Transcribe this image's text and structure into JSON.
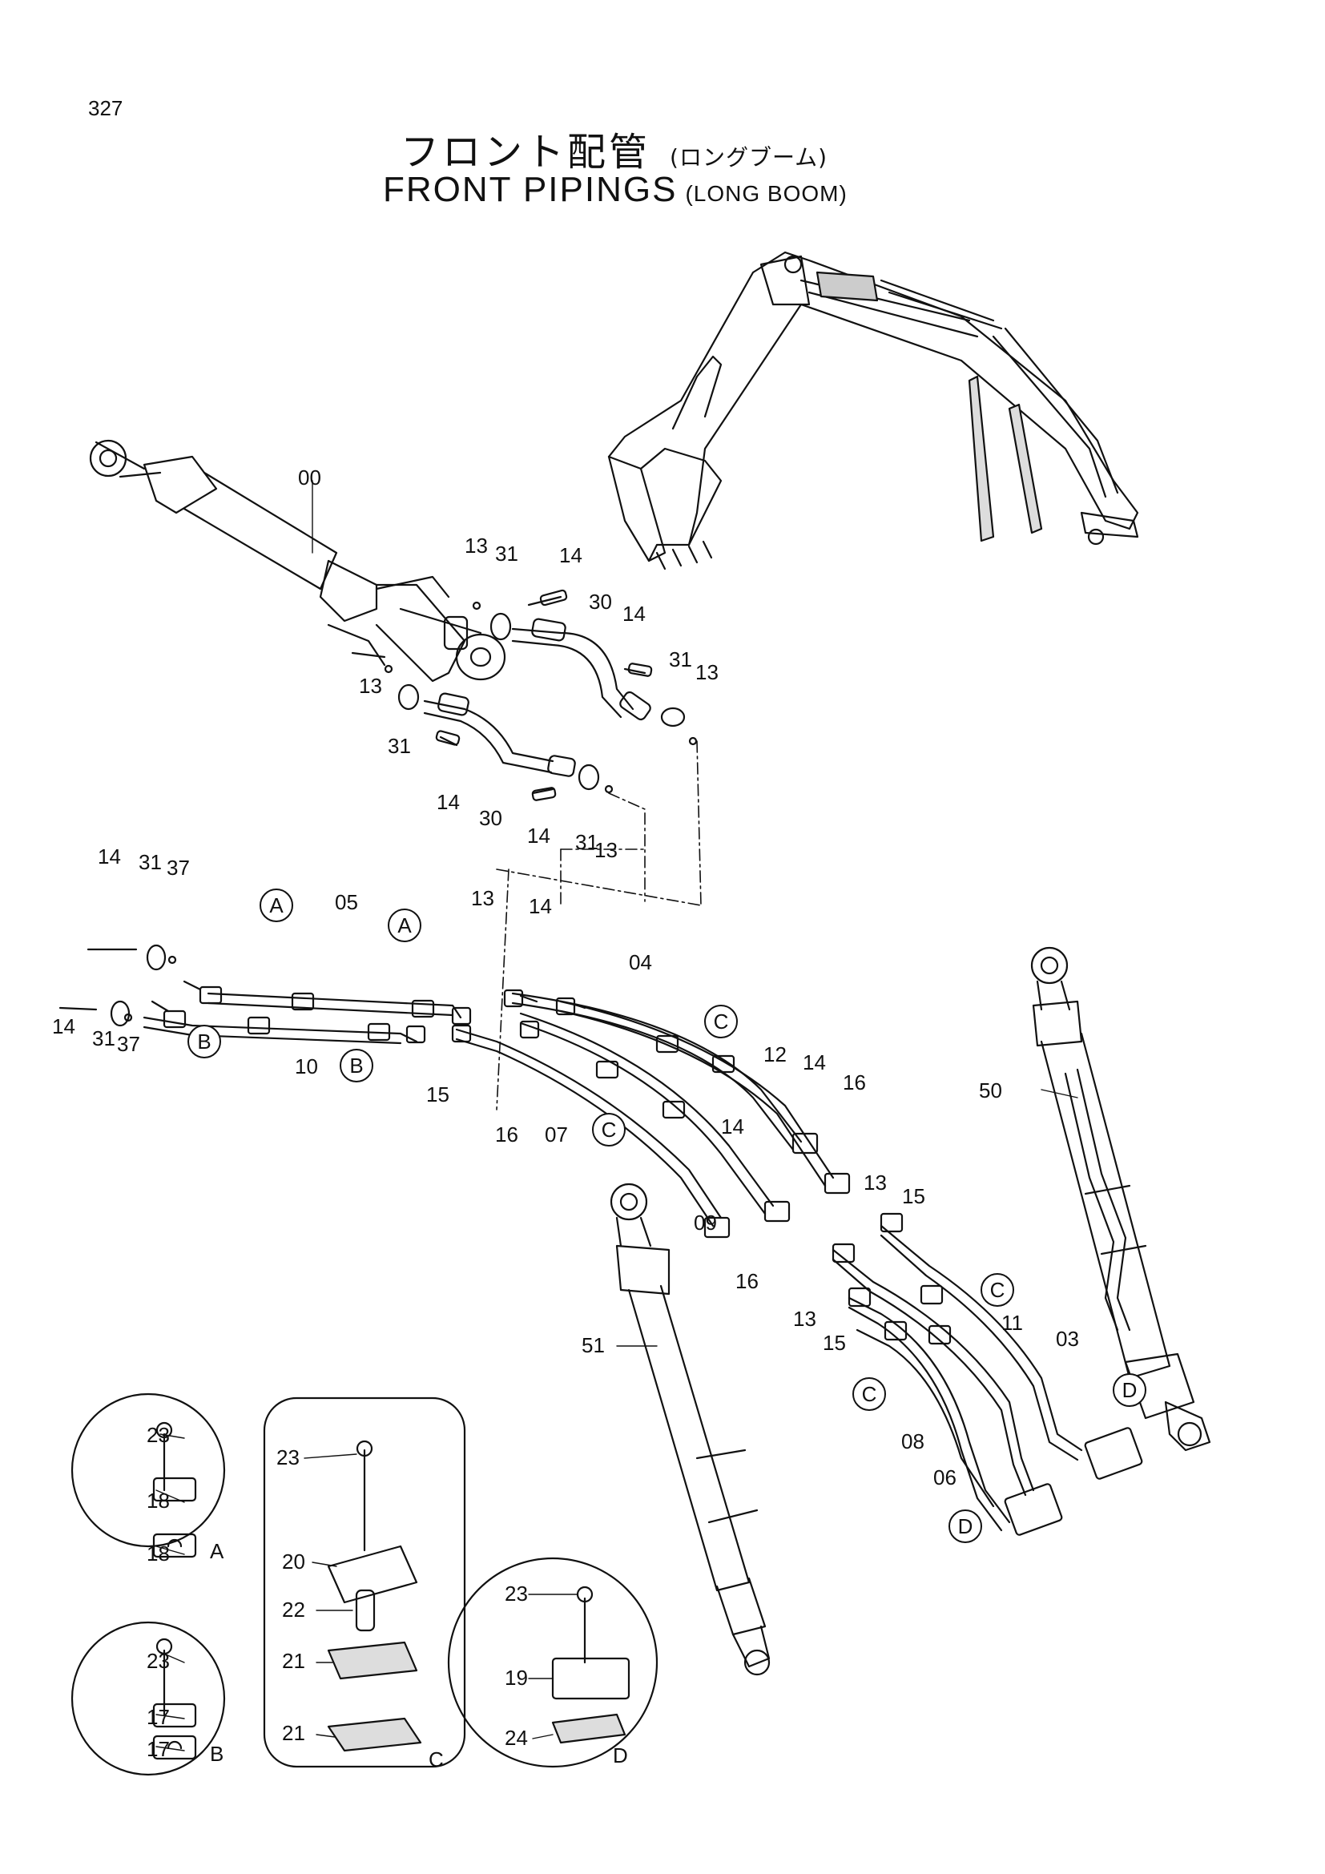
{
  "page_number": "327",
  "title_jp": "フロント配管",
  "subtitle_jp": "(ロングブーム)",
  "title_en": "FRONT PIPINGS",
  "subtitle_en": "(LONG BOOM)",
  "part_labels": {
    "p00": "00",
    "p03": "03",
    "p04": "04",
    "p05": "05",
    "p06": "06",
    "p07": "07",
    "p08": "08",
    "p09": "09",
    "p10": "10",
    "p11": "11",
    "p12": "12",
    "p13": "13",
    "p14": "14",
    "p15": "15",
    "p16": "16",
    "p17": "17",
    "p18": "18",
    "p19": "19",
    "p20": "20",
    "p21": "21",
    "p22": "22",
    "p23": "23",
    "p24": "24",
    "p30": "30",
    "p31": "31",
    "p37": "37",
    "p50": "50",
    "p51": "51"
  },
  "detail_refs": {
    "A": "A",
    "B": "B",
    "C": "C",
    "D": "D"
  }
}
